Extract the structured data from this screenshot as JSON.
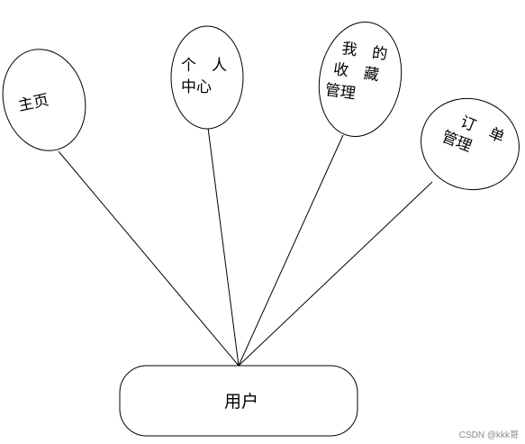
{
  "root": {
    "label": "用户"
  },
  "nodes": [
    {
      "id": "home",
      "lines": [
        "主页"
      ]
    },
    {
      "id": "personal-center",
      "lines": [
        "个　人",
        "中心"
      ]
    },
    {
      "id": "my-favorites",
      "lines": [
        "我　的",
        "收　藏",
        "管理"
      ]
    },
    {
      "id": "order-management",
      "lines": [
        "订　单",
        "管理"
      ]
    }
  ],
  "watermark": "CSDN @kkk哥"
}
